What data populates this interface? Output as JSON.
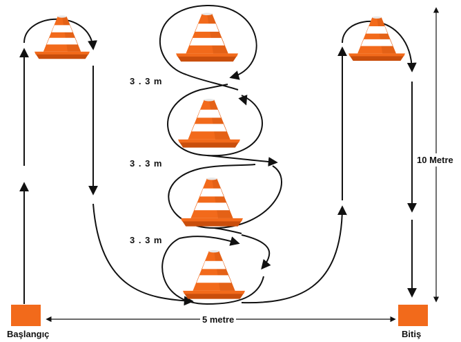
{
  "labels": {
    "start": "Başlangıç",
    "finish": "Bitiş",
    "width": "5 metre",
    "height": "10 Metre",
    "spacing": [
      "3 . 3 m",
      "3 . 3 m",
      "3 . 3 m"
    ]
  },
  "colors": {
    "cone_orange": "#f26a1b",
    "cone_dark": "#c94e0c",
    "cone_stripe": "#ffffff",
    "marker": "#f26a1b",
    "line": "#111111"
  },
  "icons": [
    "traffic-cone-icon",
    "start-marker",
    "finish-marker",
    "arrow-head"
  ]
}
